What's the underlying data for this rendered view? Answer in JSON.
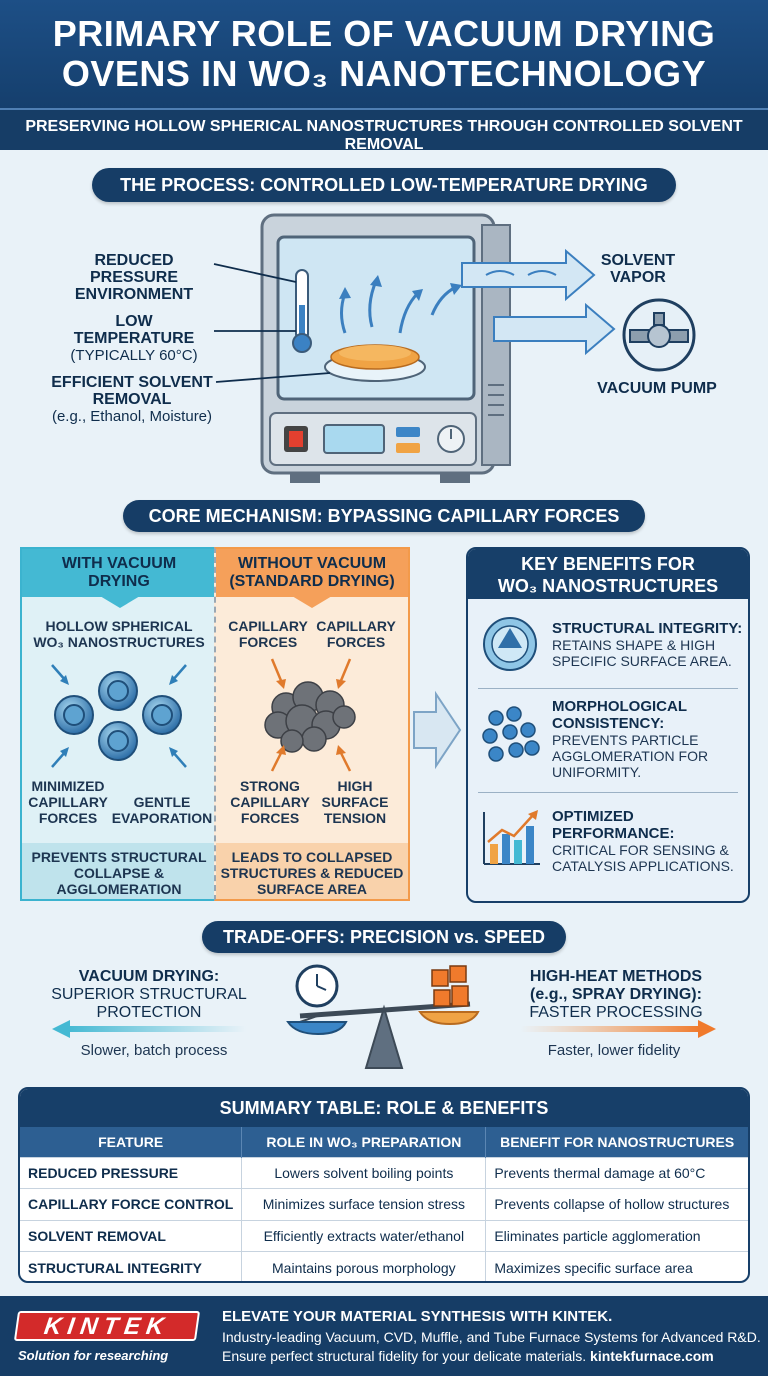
{
  "header": {
    "title_line1": "PRIMARY ROLE OF VACUUM DRYING",
    "title_line2": "OVENS IN WO₃ NANOTECHNOLOGY",
    "subtitle": "PRESERVING HOLLOW SPHERICAL NANOSTRUCTURES THROUGH CONTROLLED SOLVENT REMOVAL"
  },
  "process": {
    "title": "THE PROCESS: CONTROLLED LOW-TEMPERATURE DRYING",
    "label_pressure_1": "REDUCED PRESSURE",
    "label_pressure_2": "ENVIRONMENT",
    "label_temp": "LOW TEMPERATURE",
    "label_temp_sub": "(TYPICALLY 60°C)",
    "label_solvent_1": "EFFICIENT SOLVENT",
    "label_solvent_2": "REMOVAL",
    "label_solvent_sub": "(e.g., Ethanol, Moisture)",
    "label_vapor_1": "SOLVENT",
    "label_vapor_2": "VAPOR",
    "label_pump": "VACUUM PUMP"
  },
  "mechanism": {
    "title": "CORE MECHANISM: BYPASSING CAPILLARY FORCES",
    "with": {
      "header_1": "WITH VACUUM",
      "header_2": "DRYING",
      "structures_1": "HOLLOW SPHERICAL",
      "structures_2": "WO₃ NANOSTRUCTURES",
      "minimized_1": "MINIMIZED",
      "minimized_2": "CAPILLARY",
      "minimized_3": "FORCES",
      "gentle_1": "GENTLE",
      "gentle_2": "EVAPORATION",
      "footer_1": "PREVENTS STRUCTURAL",
      "footer_2": "COLLAPSE &",
      "footer_3": "AGGLOMERATION"
    },
    "without": {
      "header_1": "WITHOUT VACUUM",
      "header_2": "(STANDARD DRYING)",
      "cap_1": "CAPILLARY",
      "cap_2": "FORCES",
      "strong_1": "STRONG",
      "strong_2": "CAPILLARY",
      "strong_3": "FORCES",
      "high_1": "HIGH",
      "high_2": "SURFACE",
      "high_3": "TENSION",
      "footer_1": "LEADS TO COLLAPSED",
      "footer_2": "STRUCTURES & REDUCED",
      "footer_3": "SURFACE AREA"
    }
  },
  "benefits": {
    "title_1": "KEY BENEFITS FOR",
    "title_2": "WO₃ NANOSTRUCTURES",
    "items": [
      {
        "title_1": "STRUCTURAL INTEGRITY:",
        "title_2": "",
        "text_1": "RETAINS SHAPE & HIGH",
        "text_2": "SPECIFIC SURFACE AREA.",
        "text_3": ""
      },
      {
        "title_1": "MORPHOLOGICAL",
        "title_2": "CONSISTENCY:",
        "text_1": "PREVENTS PARTICLE",
        "text_2": "AGGLOMERATION FOR",
        "text_3": "UNIFORMITY."
      },
      {
        "title_1": "OPTIMIZED",
        "title_2": "PERFORMANCE:",
        "text_1": "CRITICAL FOR SENSING &",
        "text_2": "CATALYSIS APPLICATIONS.",
        "text_3": ""
      }
    ]
  },
  "tradeoffs": {
    "title": "TRADE-OFFS: PRECISION vs. SPEED",
    "left_title": "VACUUM DRYING:",
    "left_sub_1": "SUPERIOR STRUCTURAL",
    "left_sub_2": "PROTECTION",
    "left_note": "Slower, batch process",
    "right_title_1": "HIGH-HEAT METHODS",
    "right_title_2": "(e.g., SPRAY DRYING):",
    "right_sub": "FASTER PROCESSING",
    "right_note": "Faster, lower fidelity"
  },
  "summary": {
    "title": "SUMMARY TABLE: ROLE & BENEFITS",
    "headers": [
      "FEATURE",
      "ROLE IN WO₃ PREPARATION",
      "BENEFIT FOR NANOSTRUCTURES"
    ],
    "rows": [
      [
        "REDUCED PRESSURE",
        "Lowers solvent boiling points",
        "Prevents thermal damage at 60°C"
      ],
      [
        "CAPILLARY FORCE CONTROL",
        "Minimizes surface tension stress",
        "Prevents collapse of hollow structures"
      ],
      [
        "SOLVENT REMOVAL",
        "Efficiently extracts water/ethanol",
        "Eliminates particle agglomeration"
      ],
      [
        "STRUCTURAL INTEGRITY",
        "Maintains porous morphology",
        "Maximizes specific surface area"
      ]
    ]
  },
  "footer": {
    "logo": "KINTEK",
    "tagline": "Solution for researching",
    "headline": "ELEVATE YOUR MATERIAL SYNTHESIS WITH KINTEK.",
    "line1": "Industry-leading Vacuum, CVD, Muffle, and Tube Furnace Systems for Advanced R&D.",
    "line2_a": "Ensure perfect structural fidelity for your delicate materials.",
    "line2_b": "kintekfurnace.com"
  },
  "colors": {
    "navy": "#163d66",
    "cyan": "#44b9d3",
    "orange": "#f5a05a",
    "red_logo": "#d32a2a"
  }
}
